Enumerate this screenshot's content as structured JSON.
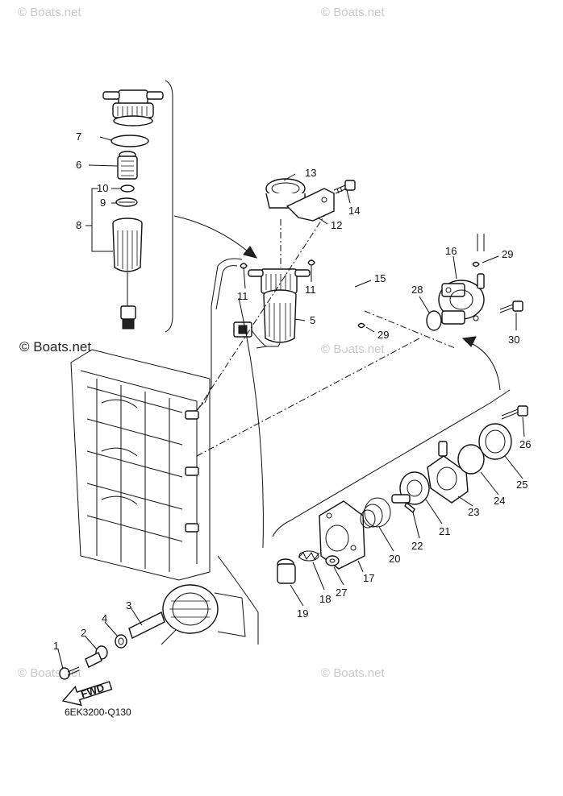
{
  "watermarks": {
    "top_left": "© Boats.net",
    "top_right": "© Boats.net",
    "mid_left": "© Boats.net",
    "mid_center": "© Boats.net",
    "bottom_left": "© Boats.net",
    "bottom_right": "© Boats.net"
  },
  "diagram_code": "6EK3200-Q130",
  "fwd_label": "FWD",
  "callouts": {
    "c1": "1",
    "c2": "2",
    "c3": "3",
    "c4": "4",
    "c5": "5",
    "c6": "6",
    "c7": "7",
    "c8": "8",
    "c9": "9",
    "c10": "10",
    "c11a": "11",
    "c11b": "11",
    "c12": "12",
    "c13": "13",
    "c14": "14",
    "c15": "15",
    "c16": "16",
    "c17": "17",
    "c18": "18",
    "c19": "19",
    "c20": "20",
    "c21": "21",
    "c22": "22",
    "c23": "23",
    "c24": "24",
    "c25": "25",
    "c26": "26",
    "c27": "27",
    "c28": "28",
    "c29a": "29",
    "c29b": "29",
    "c30": "30"
  }
}
